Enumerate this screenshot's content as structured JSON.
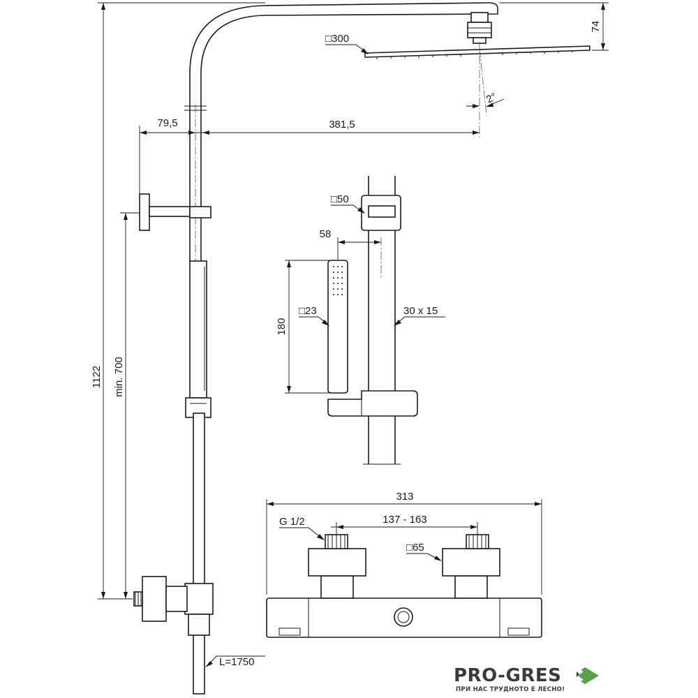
{
  "dimensions": {
    "total_height": "1122",
    "head_height": "74",
    "head_size": "□300",
    "tilt": "2°",
    "wall_offset": "79,5",
    "arm_reach": "381,5",
    "min_height": "min. 700",
    "holder_size": "□50",
    "holder_offset": "58",
    "hand_length": "180",
    "hand_size": "□23",
    "rail_profile": "30 x 15",
    "hose_length": "L=1750",
    "mixer_width": "313",
    "inlet_thread": "G 1/2",
    "inlet_spacing": "137 - 163",
    "escutcheon_size": "□65"
  },
  "logo": {
    "name": "PRO-GRES",
    "slogan": "ПРИ НАС ТРУДНОТО Е ЛЕСНО!",
    "color": "#3a3a3a",
    "accent": "#5aa04a"
  }
}
